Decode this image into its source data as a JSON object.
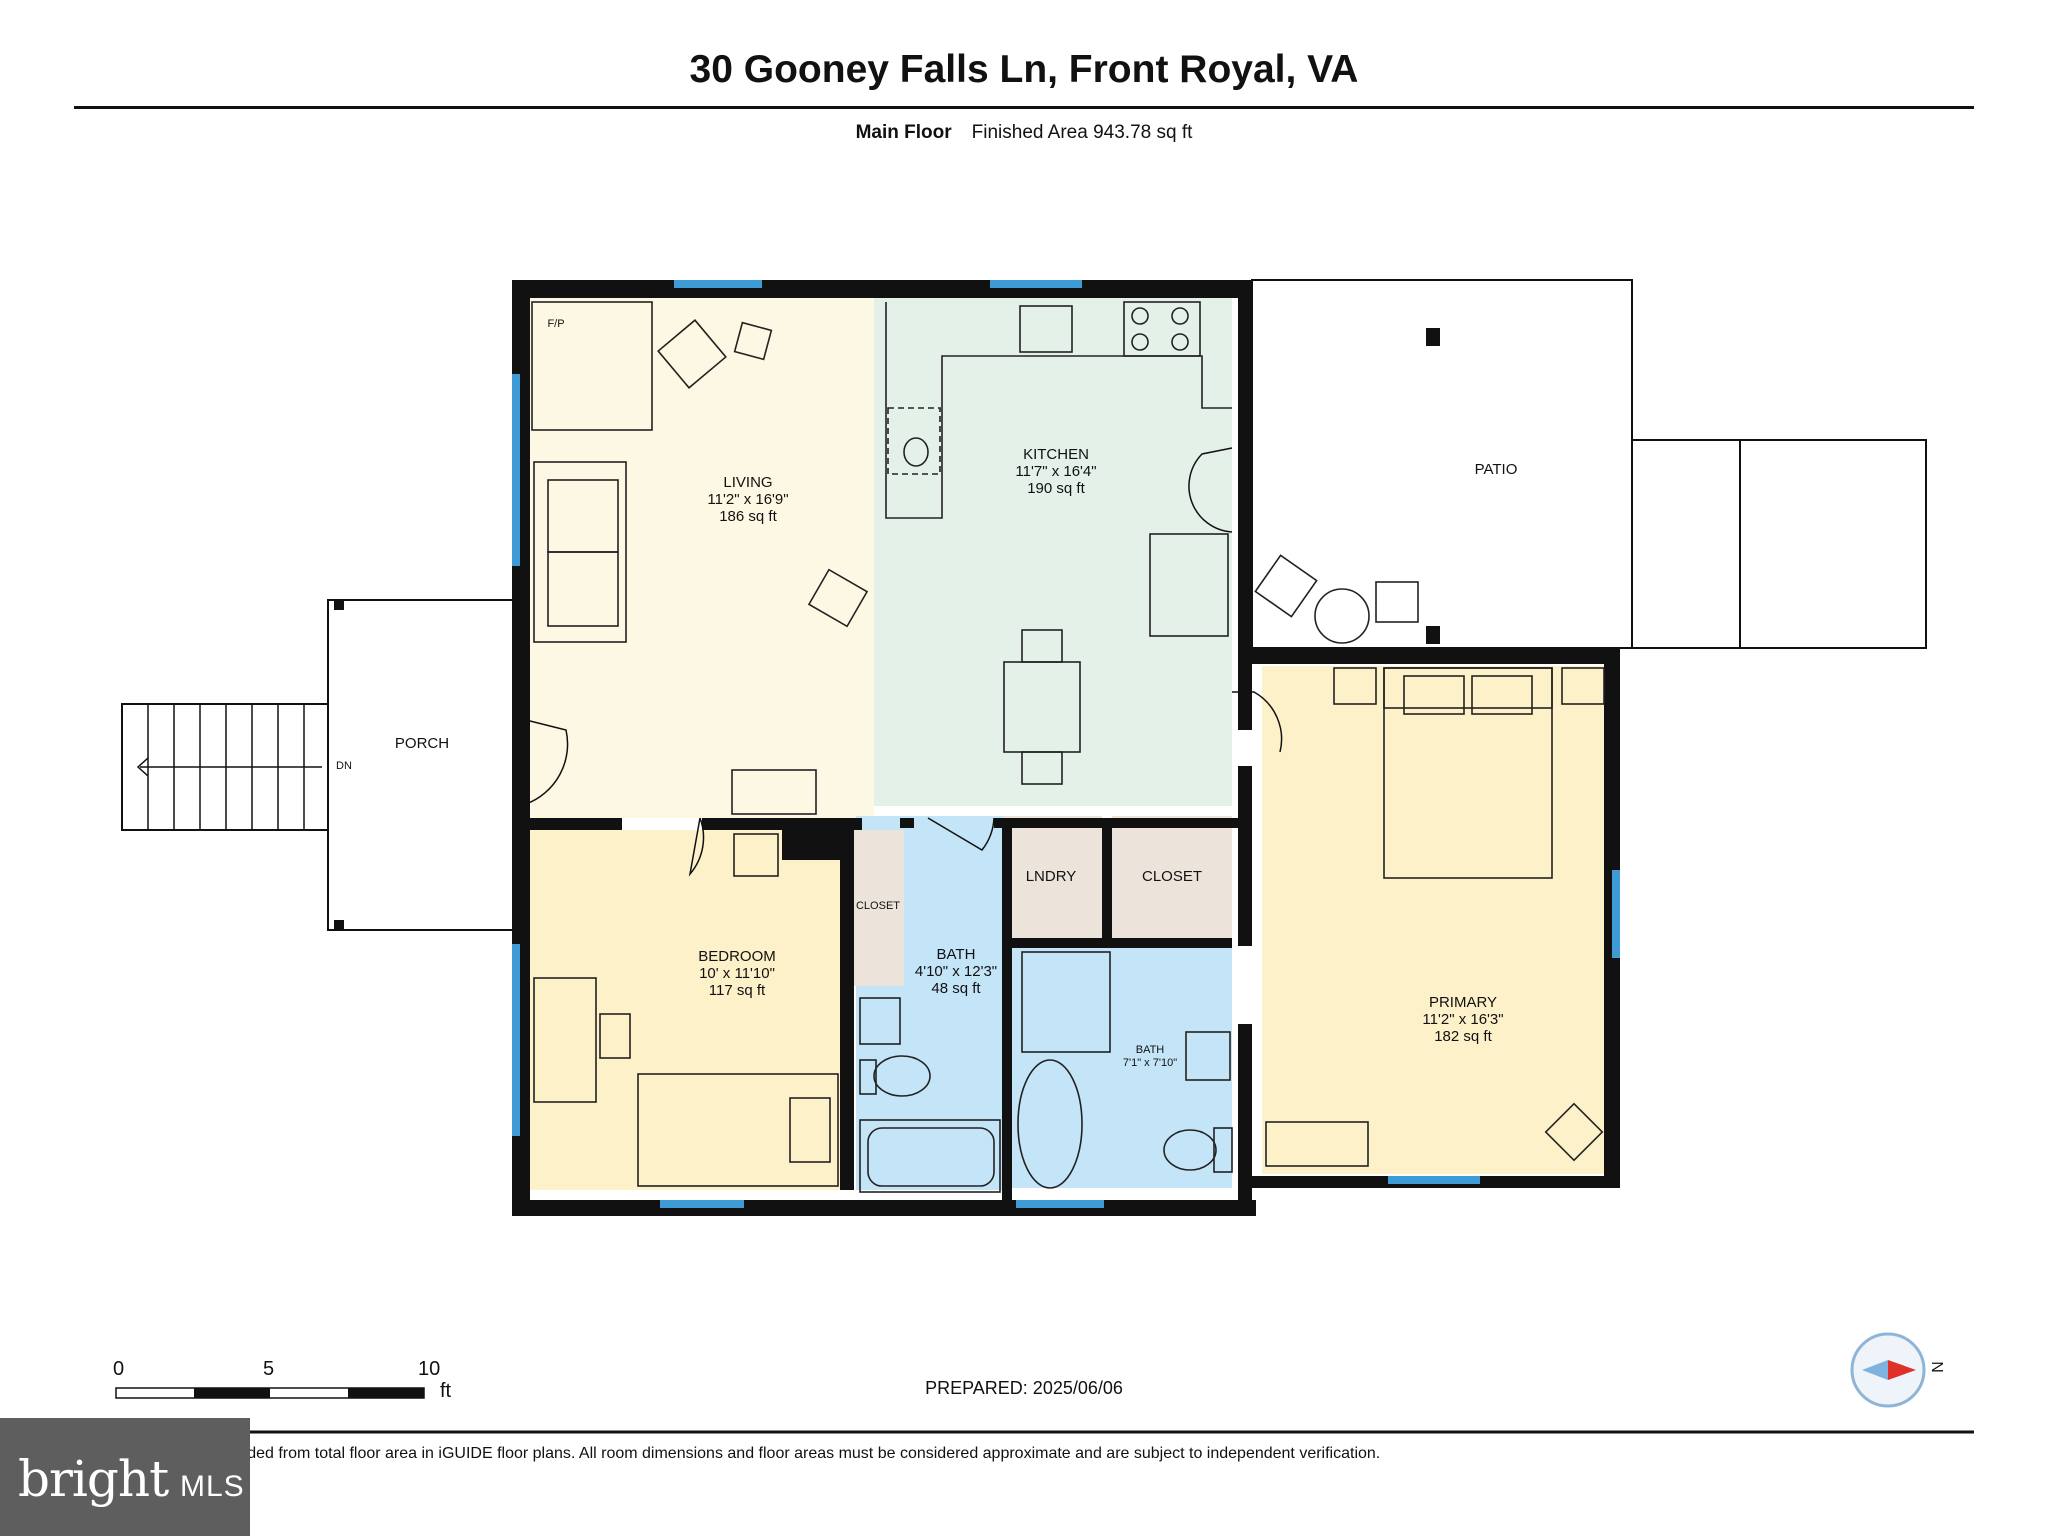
{
  "header": {
    "title": "30 Gooney Falls Ln, Front Royal, VA",
    "floor_name": "Main Floor",
    "finished_area": "Finished Area 943.78 sq ft"
  },
  "rooms": {
    "living": {
      "name": "LIVING",
      "dims": "11'2\" x 16'9\"",
      "area": "186 sq ft"
    },
    "kitchen": {
      "name": "KITCHEN",
      "dims": "11'7\" x 16'4\"",
      "area": "190 sq ft"
    },
    "bedroom": {
      "name": "BEDROOM",
      "dims": "10' x 11'10\"",
      "area": "117 sq ft"
    },
    "bath1": {
      "name": "BATH",
      "dims": "4'10\" x 12'3\"",
      "area": "48 sq ft"
    },
    "bath2": {
      "name": "BATH",
      "dims": "7'1\" x 7'10\""
    },
    "primary": {
      "name": "PRIMARY",
      "dims": "11'2\" x 16'3\"",
      "area": "182 sq ft"
    },
    "patio": {
      "name": "PATIO"
    },
    "porch": {
      "name": "PORCH"
    },
    "laundry": {
      "name": "LNDRY"
    },
    "closet_main": {
      "name": "CLOSET"
    },
    "closet_small": {
      "name": "CLOSET"
    },
    "fireplace": {
      "name": "F/P"
    },
    "stairs": {
      "name": "DN"
    }
  },
  "scale": {
    "ticks": [
      "0",
      "5",
      "10"
    ],
    "unit": "ft"
  },
  "compass": {
    "label": "N"
  },
  "footer": {
    "prepared": "PREPARED: 2025/06/06",
    "disclaimer": "White regions are excluded from total floor area in iGUIDE floor plans. All room dimensions and floor areas must be considered approximate and are subject to independent verification."
  },
  "logo": {
    "brand": "bright",
    "suffix": "MLS"
  },
  "colors": {
    "living": "#fdf8e3",
    "kitchen": "#e3f1e8",
    "bedroom": "#fdf1c9",
    "bath": "#c4e4f8",
    "primary": "#fdf1c9",
    "closet": "#ece4da",
    "wall": "#111111",
    "window": "#3e9bd6"
  }
}
